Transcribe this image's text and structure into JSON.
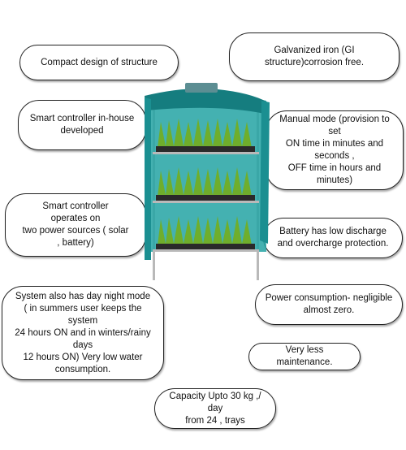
{
  "features": {
    "compact": "Compact design of structure",
    "galvanized": "Galvanized iron (GI\nstructure)corrosion free.",
    "smart_controller": "Smart controller in-house\ndeveloped",
    "manual_mode": "Manual mode (provision to\nset\nON time in minutes and\nseconds ,\nOFF time in hours and\nminutes)",
    "power_sources": "Smart controller\noperates on\ntwo power sources ( solar\n, battery)",
    "battery": "Battery has low discharge\nand overcharge protection.",
    "day_night": "System also has day night mode\n( in summers user keeps the\nsystem\n24 hours ON and in winters/rainy\ndays\n12 hours ON) Very low water\nconsumption.",
    "power_consumption": "Power consumption- negligible\nalmost zero.",
    "maintenance": "Very less maintenance.",
    "capacity": "Capacity Upto 30 kg ,/ day\nfrom 24 , trays"
  },
  "colors": {
    "cover": "#23a3a3",
    "cover_dark": "#157d7f",
    "grass": "#6fae2c",
    "tray": "#2a2a2a",
    "frame": "#b9b9b9"
  }
}
